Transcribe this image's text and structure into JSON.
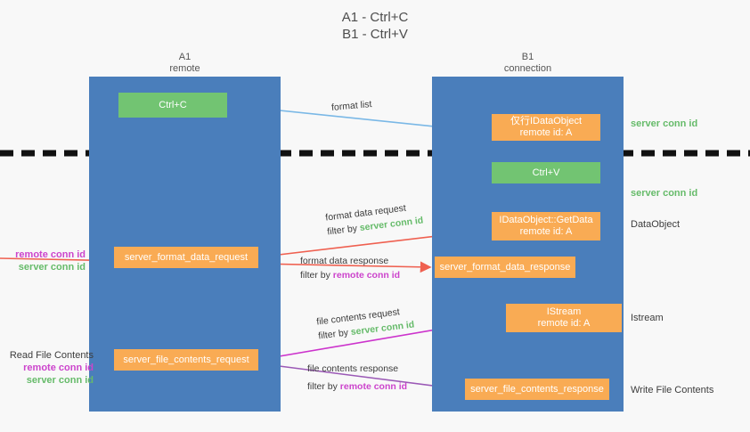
{
  "title": "A1 - Ctrl+C\nB1 - Ctrl+V",
  "columns": {
    "a1": "A1\nremote",
    "b1": "B1\nconnection"
  },
  "nodes": {
    "ctrl_c": "Ctrl+C",
    "idataobject": "仅行IDataObject\nremote id: A",
    "ctrl_v": "Ctrl+V",
    "getdata": "IDataObject::GetData\nremote id: A",
    "format_data_request": "server_format_data_request",
    "format_data_response": "server_format_data_response",
    "istream": "IStream\nremote id: A",
    "file_contents_request": "server_file_contents_request",
    "file_contents_response": "server_file_contents_response"
  },
  "right_labels": {
    "server_conn_id_top": "server conn id",
    "server_conn_id_mid": "server conn id",
    "dataobject": "DataObject",
    "istream": "Istream",
    "write_file_contents": "Write File Contents"
  },
  "left_labels": {
    "remote_conn_id_1": "remote conn id",
    "server_conn_id_1": "server conn id",
    "read_file_contents": "Read File Contents",
    "remote_conn_id_2": "remote conn id",
    "server_conn_id_2": "server conn id"
  },
  "arrow_labels": {
    "format_list": "format list",
    "format_data_request": "format data request",
    "format_data_request_filter_prefix": "filter by ",
    "format_data_request_filter_key": "server conn id",
    "format_data_response": "format data response",
    "format_data_response_filter_prefix": "filter by ",
    "format_data_response_filter_key": "remote conn id",
    "file_contents_request": "file contents request",
    "file_contents_request_filter_prefix": "filter by ",
    "file_contents_request_filter_key": "server conn id",
    "file_contents_response": "file contents response",
    "file_contents_response_filter_prefix": "filter by ",
    "file_contents_response_filter_key": "remote conn id"
  },
  "colors": {
    "lane": "#4a7ebb",
    "green_node": "#72c472",
    "orange_node": "#f9ab54",
    "server_conn": "#66bb6a",
    "remote_conn": "#cc44cc",
    "arrow_blue": "#7ab8e6",
    "arrow_red": "#ef6050",
    "arrow_magenta": "#cc33cc",
    "arrow_purple": "#9b59b6",
    "arrow_black": "#111111",
    "divider": "#111111",
    "background": "#f8f8f8"
  }
}
